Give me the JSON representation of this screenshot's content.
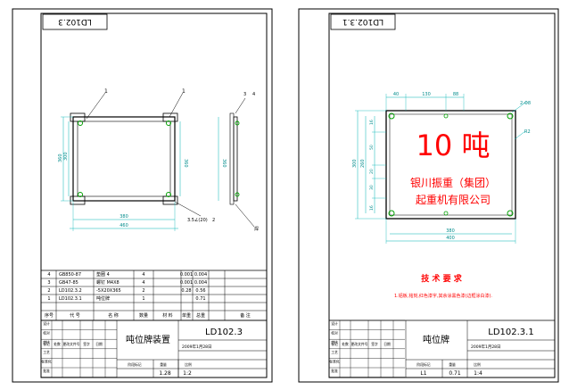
{
  "left_sheet": {
    "stamp_code": "LD102.3",
    "balloons": [
      "1",
      "1",
      "3",
      "4",
      "2"
    ],
    "callout_weld": "3.5∠(20)",
    "callout_mark": "焊",
    "dim_width_inner": "380",
    "dim_width_outer": "460",
    "dim_height_outer": "360",
    "dim_height_inner": "300",
    "dim_side": "360",
    "parts": [
      {
        "no": "4",
        "code": "GB850-87",
        "name": "垫圈 4",
        "qty": "4",
        "material": "",
        "unit": "0.001",
        "total": "0.004"
      },
      {
        "no": "3",
        "code": "GB47-85",
        "name": "螺钉 M4X8",
        "qty": "4",
        "material": "",
        "unit": "0.001",
        "total": "0.004"
      },
      {
        "no": "2",
        "code": "LD102.3.2",
        "name": "-5X20X365",
        "qty": "2",
        "material": "",
        "unit": "0.28",
        "total": "0.56"
      },
      {
        "no": "1",
        "code": "LD102.3.1",
        "name": "吨位牌",
        "qty": "1",
        "material": "",
        "unit": "",
        "total": "0.71"
      }
    ],
    "parts_header": [
      "序号",
      "代  号",
      "名  称",
      "数量",
      "材  料",
      "单重",
      "总重",
      "备  注"
    ],
    "title": "吨位牌装置",
    "drawing_no": "LD102.3",
    "weight": "1.28",
    "scale": "1:2",
    "tb_labels": [
      "标记",
      "处数",
      "更改文件号",
      "签字",
      "日期",
      "设计",
      "校对",
      "审核",
      "工艺",
      "标准化",
      "批准",
      "阶段标记",
      "重量",
      "比例"
    ],
    "tb_date": "2009年1月28日"
  },
  "right_sheet": {
    "stamp_code": "LD102.3.1",
    "plate_main": "10 吨",
    "plate_line1": "银川振重（集团）",
    "plate_line2": "起重机有限公司",
    "dims_top": [
      "40",
      "130",
      "88"
    ],
    "hole_note": "2-Φ8",
    "radius_note": "R2",
    "dims_left": [
      "16",
      "50",
      "20",
      "30",
      "16"
    ],
    "dim_height": "260",
    "dim_overall_h": "300",
    "dim_width_inner": "380",
    "dim_width_outer": "400",
    "req_title": "技  术  要  求",
    "req_text": "1.铝板,铭刻,红色漆字,其余涂黑色漆(边框涂白漆).",
    "title": "吨位牌",
    "drawing_no": "LD102.3.1",
    "material": "L1",
    "weight": "0.71",
    "scale": "1:4",
    "tb_labels": [
      "标记",
      "处数",
      "更改文件号",
      "签字",
      "日期",
      "设计",
      "校对",
      "审核",
      "工艺",
      "标准化",
      "批准",
      "阶段标记",
      "重量",
      "比例"
    ],
    "tb_date": "2009年1月28日"
  }
}
